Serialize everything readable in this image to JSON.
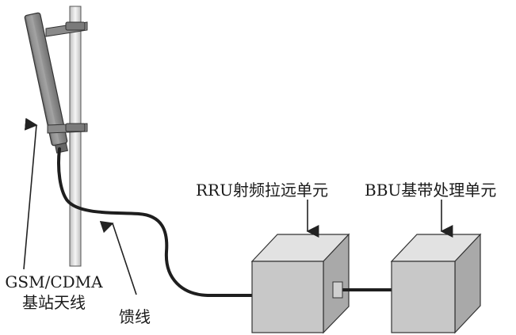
{
  "labels": {
    "rru": "RRU射频拉远单元",
    "bbu": "BBU基带处理单元",
    "antenna_line1": "GSM/CDMA",
    "antenna_line2": "基站天线",
    "feeder": "馈线"
  },
  "colors": {
    "line": "#222222",
    "box_front": "#c8c8c8",
    "box_top": "#e2e2e2",
    "box_side": "#a9a9a9",
    "pole": "#e9e9e9",
    "antenna": "#8c8c8c"
  }
}
